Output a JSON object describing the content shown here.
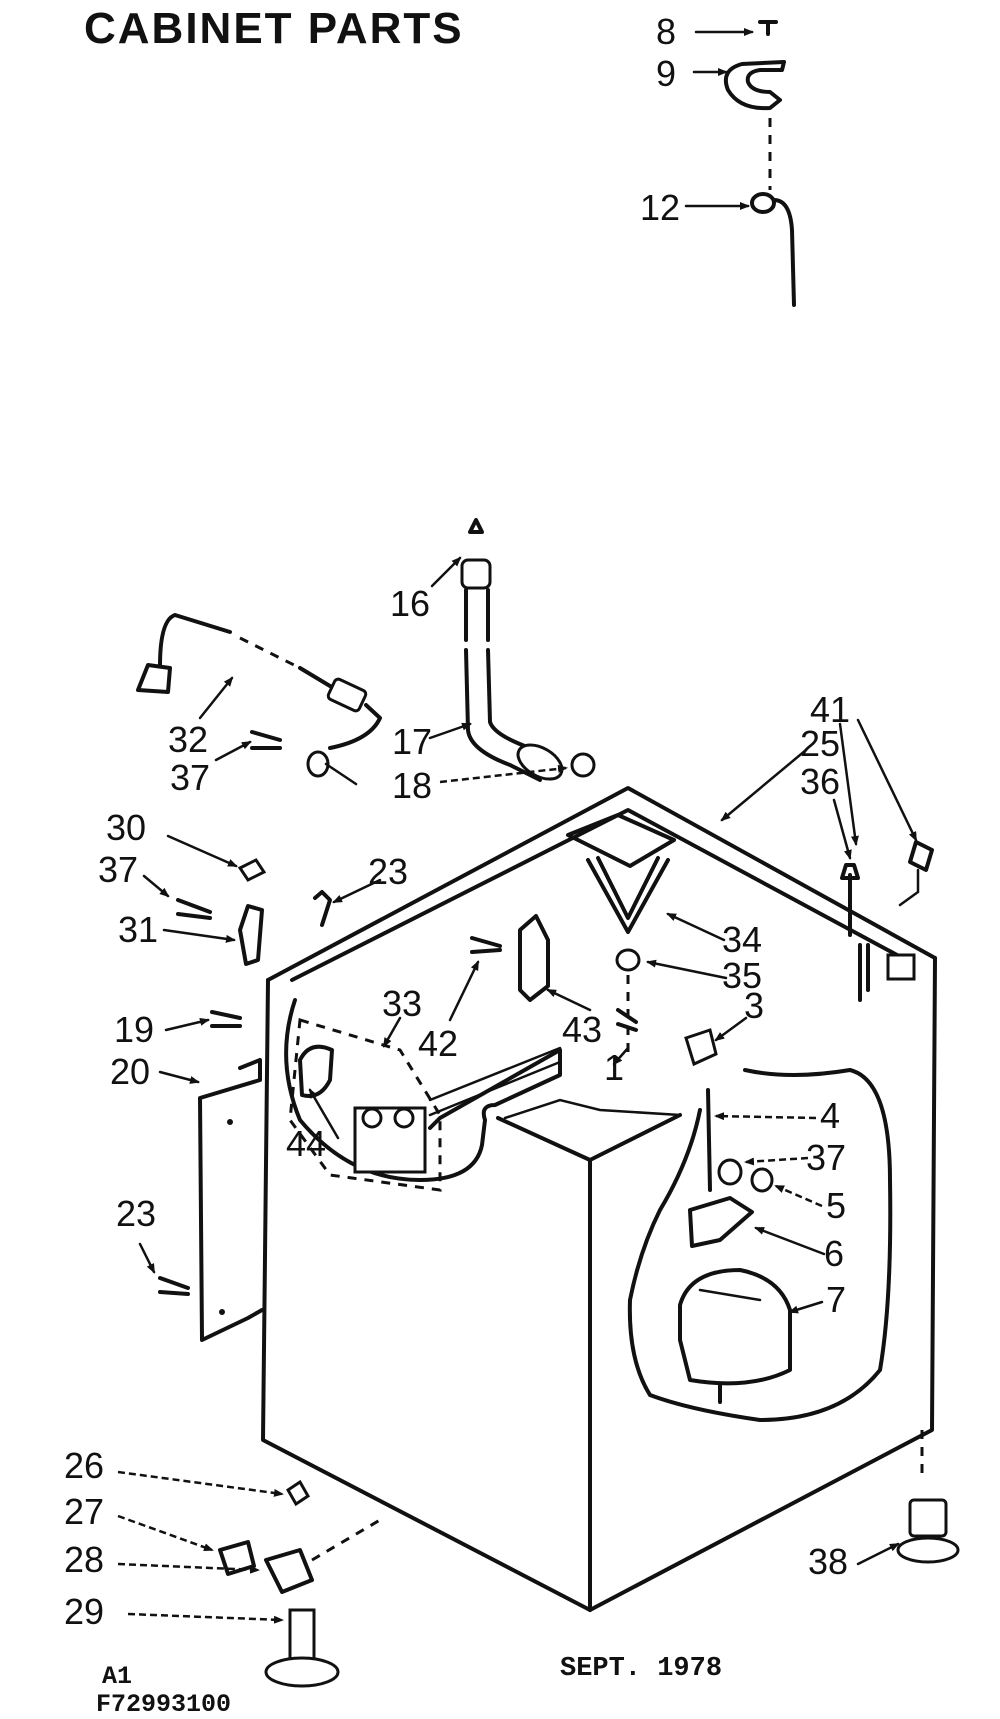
{
  "title": "CABINET PARTS",
  "date": "SEPT. 1978",
  "code_a1": "A1",
  "code_number": "F72993100",
  "callouts": {
    "c8": "8",
    "c9": "9",
    "c12": "12",
    "c16": "16",
    "c32": "32",
    "c37a": "37",
    "c17": "17",
    "c18": "18",
    "c41": "41",
    "c25": "25",
    "c36": "36",
    "c30": "30",
    "c37b": "37",
    "c23a": "23",
    "c31": "31",
    "c34": "34",
    "c35": "35",
    "c33": "33",
    "c42": "42",
    "c43": "43",
    "c3": "3",
    "c19": "19",
    "c1": "1",
    "c20": "20",
    "c4": "4",
    "c44": "44",
    "c37c": "37",
    "c5": "5",
    "c6": "6",
    "c7": "7",
    "c23b": "23",
    "c26": "26",
    "c27": "27",
    "c28": "28",
    "c29": "29",
    "c38": "38"
  }
}
